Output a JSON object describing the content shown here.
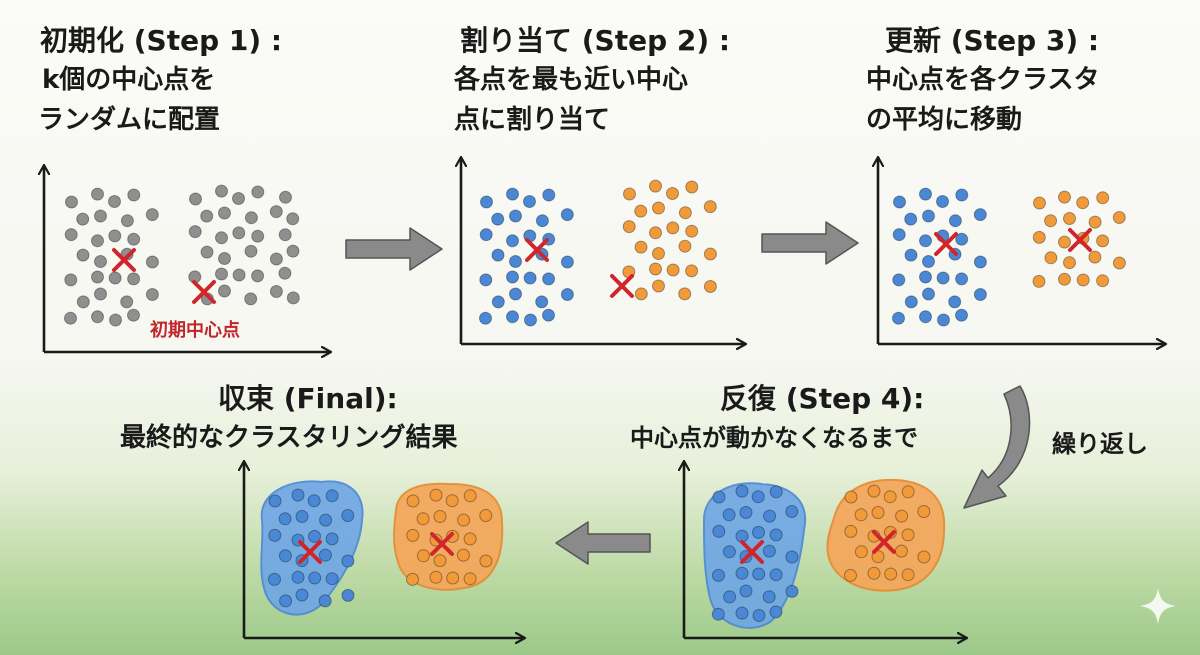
{
  "steps": {
    "step1": {
      "title": "初期化 (Step 1) :",
      "line1": "k個の中心点を",
      "line2": "ランダムに配置",
      "centroid_label": "初期中心点"
    },
    "step2": {
      "title": "割り当て (Step 2) :",
      "line1": "各点を最も近い中心",
      "line2": "点に割り当て"
    },
    "step3": {
      "title": "更新 (Step 3) :",
      "line1": "中心点を各クラスタ",
      "line2": "の平均に移動"
    },
    "step4": {
      "title": "反復 (Step 4):",
      "line1": "中心点が動かなくなるまで",
      "repeat_label": "繰り返し"
    },
    "final": {
      "title": "収束 (Final):",
      "line1": "最終的なクラスタリング結果"
    }
  },
  "colors": {
    "gray_point": "#8f8f8f",
    "blue_point": "#4a88d6",
    "orange_point": "#f09a3a",
    "centroid": "#d0262b",
    "blue_region": "#6ea6e6",
    "orange_region": "#f5a65a",
    "arrow_fill": "#8a8a8a"
  },
  "icons": {
    "sparkle": "sparkle-icon",
    "centroid_marker": "x-mark-icon"
  }
}
